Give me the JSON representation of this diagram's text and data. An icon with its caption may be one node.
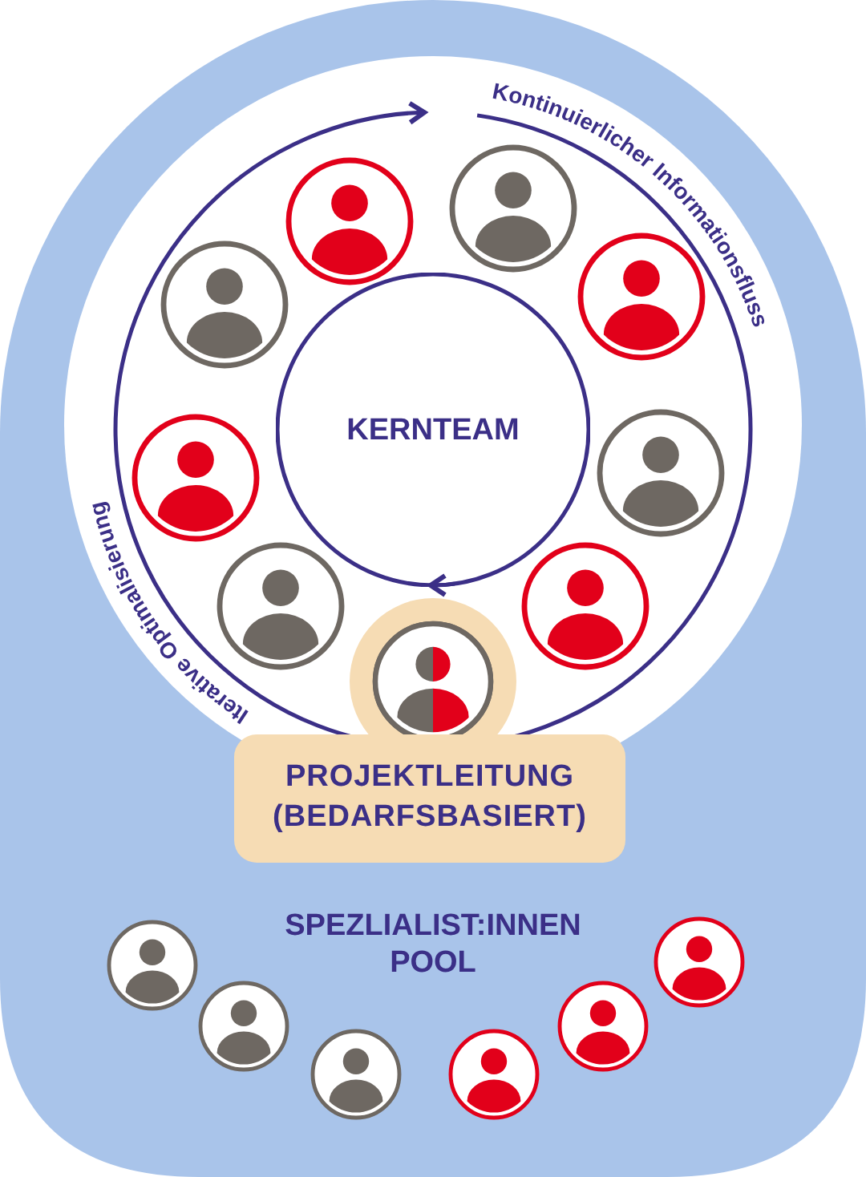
{
  "diagram": {
    "nodes": [
      {
        "text": [
          "SPEZLIALIST:INNEN POOL"
        ]
      },
      {
        "text": [
          "KERNTEAM"
        ],
        "in": 0
      },
      {
        "text": [
          "PROJEKTLEITUNG (BEDARFSBASIERT)"
        ],
        "in": 0
      }
    ],
    "labels": [
      "Kontinuierlicher Informationsfluss",
      "Iterative Optimalisierung"
    ]
  }
}
